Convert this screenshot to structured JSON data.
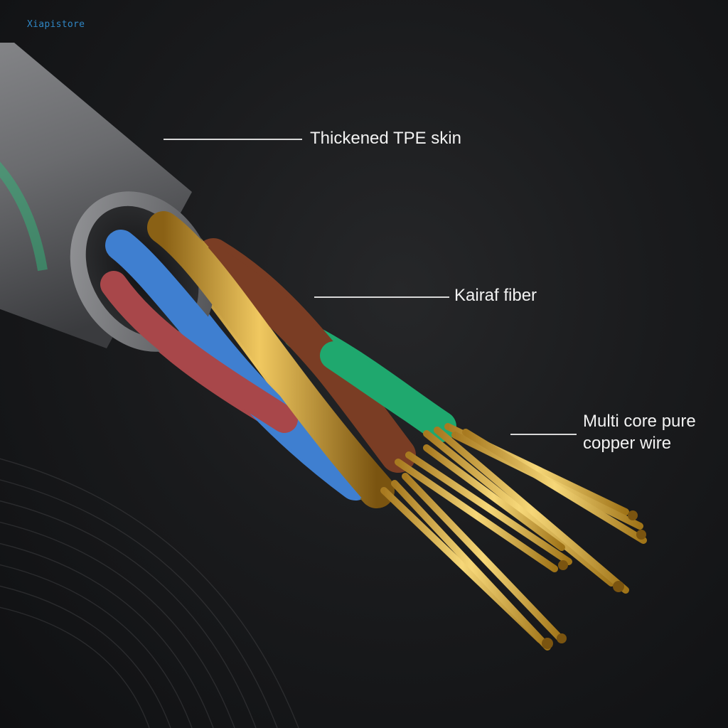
{
  "watermark": "Xiapistore",
  "callouts": {
    "skin": "Thickened TPE skin",
    "fiber": "Kairaf fiber",
    "copper_line1": "Multi core pure",
    "copper_line2": "copper wire"
  },
  "colors": {
    "background": "#1a1b1d",
    "jacket": "#6c6d70",
    "wire_blue": "#3f7fd0",
    "wire_gold": "#c9962a",
    "wire_brown": "#7a3d24",
    "wire_green": "#1fa86e",
    "wire_red": "#a8474a",
    "copper": "#e0b64a"
  }
}
